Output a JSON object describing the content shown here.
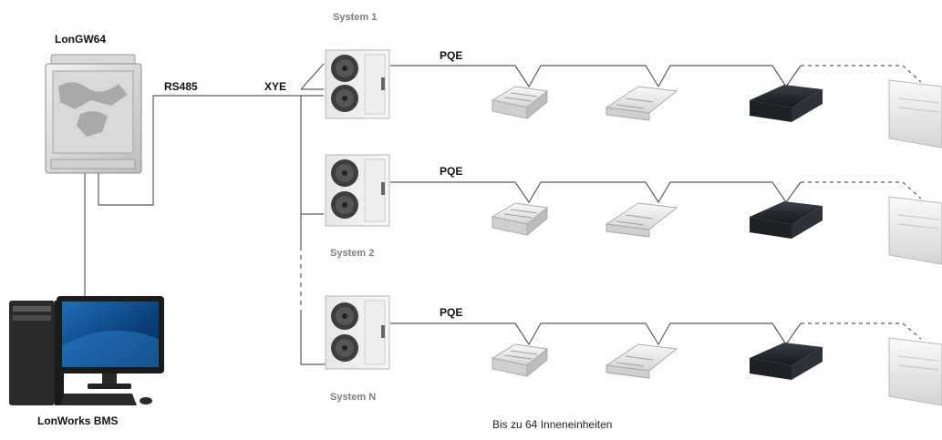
{
  "gateway": {
    "label": "LonGW64"
  },
  "bms": {
    "label": "LonWorks BMS"
  },
  "bus_labels": {
    "rs485": "RS485",
    "xye": "XYE"
  },
  "systems": [
    {
      "label": "System 1",
      "bus": "PQE"
    },
    {
      "label": "System 2",
      "bus": "PQE"
    },
    {
      "label": "System N",
      "bus": "PQE"
    }
  ],
  "footer": {
    "caption": "Bis zu 64 Inneneinheiten"
  },
  "indoor_unit_types": [
    "cassette-unit",
    "ceiling-concealed-unit",
    "ducted-unit",
    "floor-ceiling-unit"
  ]
}
